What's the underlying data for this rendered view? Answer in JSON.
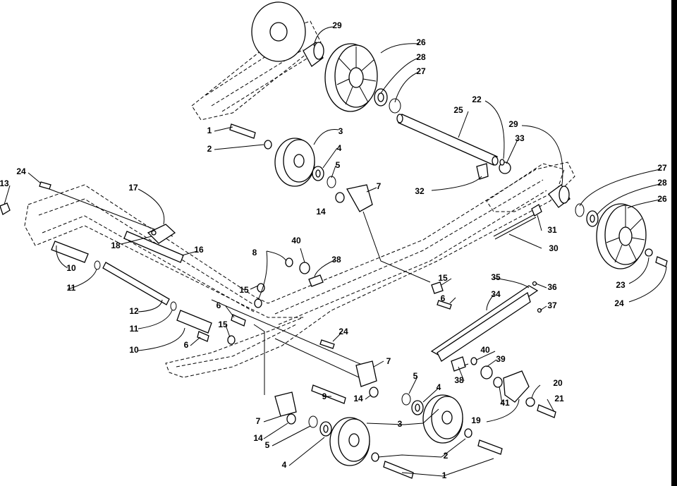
{
  "figure": {
    "type": "exploded-parts-diagram",
    "callouts": [
      {
        "id": "c1a",
        "text": "1"
      },
      {
        "id": "c1b",
        "text": "1"
      },
      {
        "id": "c2a",
        "text": "2"
      },
      {
        "id": "c2b",
        "text": "2"
      },
      {
        "id": "c3a",
        "text": "3"
      },
      {
        "id": "c3b",
        "text": "3"
      },
      {
        "id": "c4a",
        "text": "4"
      },
      {
        "id": "c4b",
        "text": "4"
      },
      {
        "id": "c4c",
        "text": "4"
      },
      {
        "id": "c5a",
        "text": "5"
      },
      {
        "id": "c5b",
        "text": "5"
      },
      {
        "id": "c5c",
        "text": "5"
      },
      {
        "id": "c6a",
        "text": "6"
      },
      {
        "id": "c6b",
        "text": "6"
      },
      {
        "id": "c6c",
        "text": "6"
      },
      {
        "id": "c7a",
        "text": "7"
      },
      {
        "id": "c7b",
        "text": "7"
      },
      {
        "id": "c7c",
        "text": "7"
      },
      {
        "id": "c8",
        "text": "8"
      },
      {
        "id": "c9",
        "text": "9"
      },
      {
        "id": "c10a",
        "text": "10"
      },
      {
        "id": "c10b",
        "text": "10"
      },
      {
        "id": "c11a",
        "text": "11"
      },
      {
        "id": "c11b",
        "text": "11"
      },
      {
        "id": "c12",
        "text": "12"
      },
      {
        "id": "c13",
        "text": "13"
      },
      {
        "id": "c14a",
        "text": "14"
      },
      {
        "id": "c14b",
        "text": "14"
      },
      {
        "id": "c14c",
        "text": "14"
      },
      {
        "id": "c15a",
        "text": "15"
      },
      {
        "id": "c15b",
        "text": "15"
      },
      {
        "id": "c15c",
        "text": "15"
      },
      {
        "id": "c16",
        "text": "16"
      },
      {
        "id": "c17",
        "text": "17"
      },
      {
        "id": "c18",
        "text": "18"
      },
      {
        "id": "c19",
        "text": "19"
      },
      {
        "id": "c20",
        "text": "20"
      },
      {
        "id": "c21",
        "text": "21"
      },
      {
        "id": "c22",
        "text": "22"
      },
      {
        "id": "c23",
        "text": "23"
      },
      {
        "id": "c24a",
        "text": "24"
      },
      {
        "id": "c24b",
        "text": "24"
      },
      {
        "id": "c24c",
        "text": "24"
      },
      {
        "id": "c25",
        "text": "25"
      },
      {
        "id": "c26a",
        "text": "26"
      },
      {
        "id": "c26b",
        "text": "26"
      },
      {
        "id": "c27a",
        "text": "27"
      },
      {
        "id": "c27b",
        "text": "27"
      },
      {
        "id": "c28a",
        "text": "28"
      },
      {
        "id": "c28b",
        "text": "28"
      },
      {
        "id": "c29a",
        "text": "29"
      },
      {
        "id": "c29b",
        "text": "29"
      },
      {
        "id": "c30",
        "text": "30"
      },
      {
        "id": "c31",
        "text": "31"
      },
      {
        "id": "c32",
        "text": "32"
      },
      {
        "id": "c33",
        "text": "33"
      },
      {
        "id": "c34",
        "text": "34"
      },
      {
        "id": "c35",
        "text": "35"
      },
      {
        "id": "c36",
        "text": "36"
      },
      {
        "id": "c37",
        "text": "37"
      },
      {
        "id": "c38a",
        "text": "38"
      },
      {
        "id": "c38b",
        "text": "38"
      },
      {
        "id": "c39",
        "text": "39"
      },
      {
        "id": "c40a",
        "text": "40"
      },
      {
        "id": "c40b",
        "text": "40"
      },
      {
        "id": "c41",
        "text": "41"
      }
    ]
  }
}
